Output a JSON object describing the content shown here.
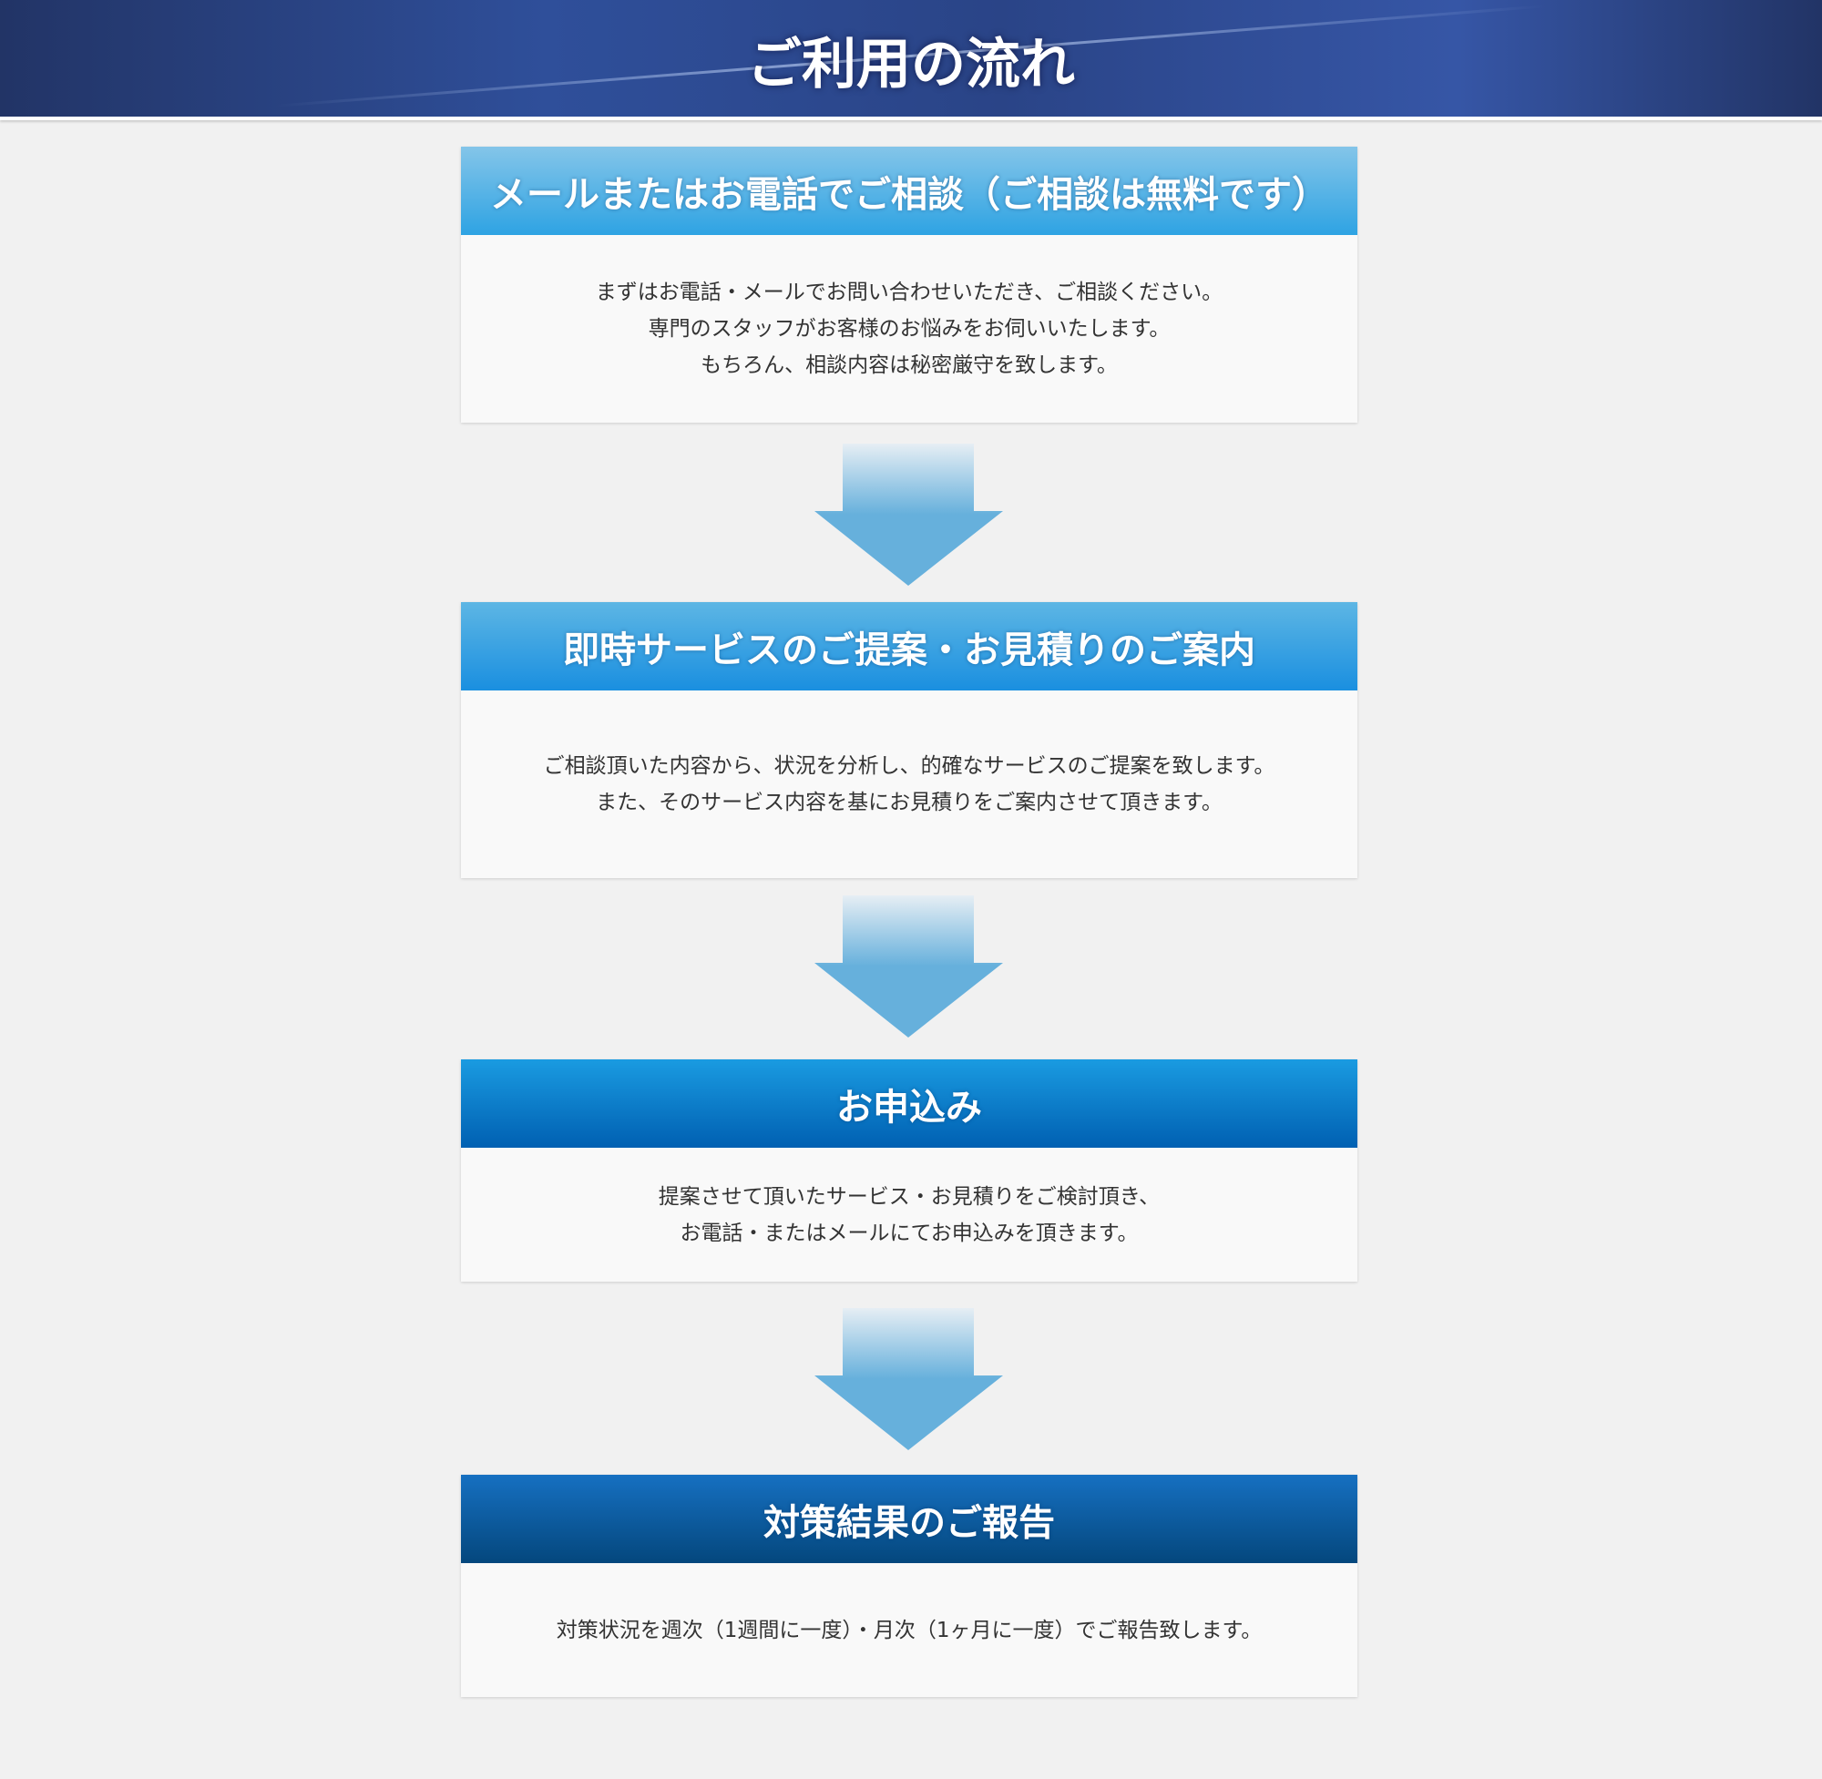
{
  "page_title": "ご利用の流れ",
  "steps": [
    {
      "title": "メールまたはお電話でご相談（ご相談は無料です）",
      "lines": [
        "まずはお電話・メールでお問い合わせいただき、ご相談ください。",
        "専門のスタッフがお客様のお悩みをお伺いいたします。",
        "もちろん、相談内容は秘密厳守を致します。"
      ]
    },
    {
      "title": "即時サービスのご提案・お見積りのご案内",
      "lines": [
        "ご相談頂いた内容から、状況を分析し、的確なサービスのご提案を致します。",
        "また、そのサービス内容を基にお見積りをご案内させて頂きます。"
      ]
    },
    {
      "title": "お申込み",
      "lines": [
        "提案させて頂いたサービス・お見積りをご検討頂き、",
        "お電話・またはメールにてお申込みを頂きます。"
      ]
    },
    {
      "title": "対策結果のご報告",
      "lines": [
        "対策状況を週次（1週間に一度）・月次（1ヶ月に一度）でご報告致します。"
      ]
    }
  ],
  "colors": {
    "background": "#f1f1f1",
    "arrow": "#66b0dc"
  }
}
